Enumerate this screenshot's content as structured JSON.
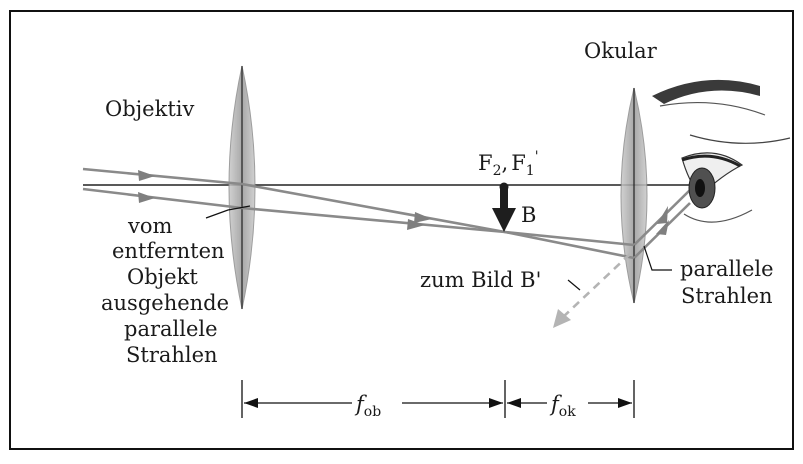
{
  "labels": {
    "objective": "Objektiv",
    "eyepiece": "Okular",
    "focus_F": "F",
    "focus_F_sub": "2",
    "focus_comma": ",",
    "focus_F1": "F",
    "focus_F1_sub": "1",
    "focus_F1_prime": "'",
    "image_B": "B",
    "incoming_line1": "vom",
    "incoming_line2": "entfernten",
    "incoming_line3": "Objekt",
    "incoming_line4": "ausgehende",
    "incoming_line5": "parallele",
    "incoming_line6": "Strahlen",
    "to_image": "zum Bild B'",
    "outgoing_line1": "parallele",
    "outgoing_line2": "Strahlen",
    "f_ob_f": "f",
    "f_ob_sub": "ob",
    "f_ok_f": "f",
    "f_ok_sub": "ok"
  },
  "colors": {
    "lens": "#a9a9a9",
    "lens_edge": "#8c8c8c",
    "ray": "#8a8a8a",
    "arrowhead": "#7f7f7f",
    "axis": "#111111",
    "dashed_ray": "#b4b4b4",
    "image_arrow": "#1e1e1e",
    "border": "#111111"
  }
}
